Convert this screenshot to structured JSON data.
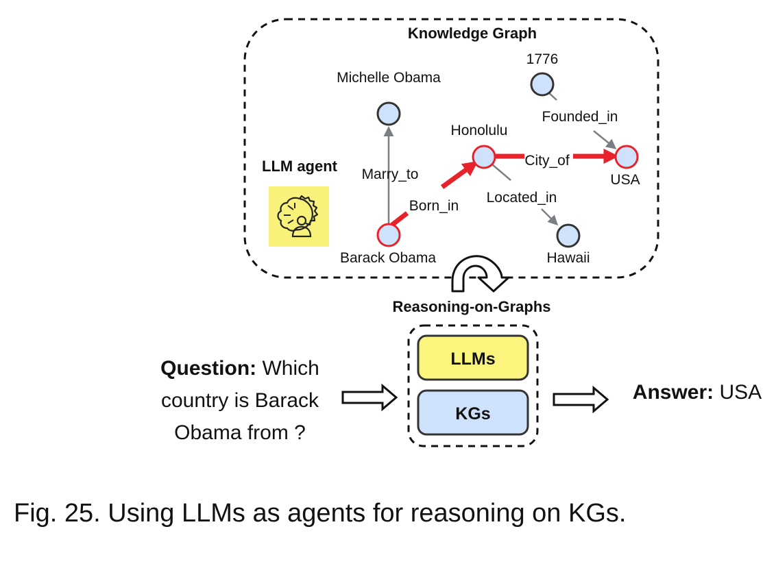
{
  "kg": {
    "title": "Knowledge Graph",
    "nodes": {
      "michelle": "Michelle Obama",
      "y1776": "1776",
      "honolulu": "Honolulu",
      "usa": "USA",
      "hawaii": "Hawaii",
      "barack": "Barack Obama"
    },
    "edges": {
      "marry_to": "Marry_to",
      "born_in": "Born_in",
      "city_of": "City_of",
      "located_in": "Located_in",
      "founded_in": "Founded_in"
    },
    "agent_label": "LLM agent"
  },
  "reasoning": {
    "label": "Reasoning-on-Graphs"
  },
  "boxes": {
    "llms": "LLMs",
    "kgs": "KGs"
  },
  "question": {
    "prefix": "Question:",
    "line1": " Which",
    "line2": "country is Barack",
    "line3": "Obama from ?"
  },
  "answer": {
    "prefix": "Answer:",
    "value": " USA"
  },
  "caption": "Fig. 25. Using LLMs as agents for reasoning on KGs.",
  "colors": {
    "node_fill": "#cfe2fb",
    "highlight": "#e8222a",
    "edge_gray": "#7a7f85",
    "llm_box": "#fbf57d",
    "kg_box": "#cfe2fb",
    "agent_icon_bg": "#f8f27a"
  }
}
